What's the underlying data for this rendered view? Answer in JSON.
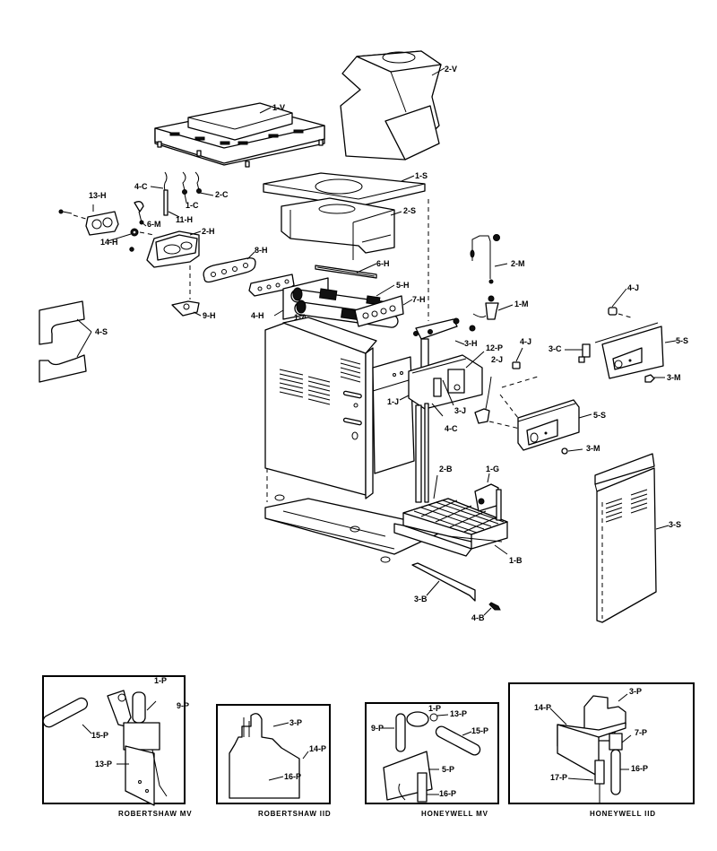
{
  "diagram": {
    "type": "exploded-parts-diagram",
    "subject": "pool heater assembly",
    "colors": {
      "line": "#000000",
      "background": "#ffffff"
    },
    "labels": {
      "1V": "1-V",
      "2V": "2-V",
      "1S": "1-S",
      "2S": "2-S",
      "4C_top": "4-C",
      "1C": "1-C",
      "2C": "2-C",
      "11H": "11-H",
      "13H": "13-H",
      "6M": "6-M",
      "14H": "14-H",
      "2H": "2-H",
      "8H": "8-H",
      "6H": "6-H",
      "5H": "5-H",
      "7H": "7-H",
      "4H": "4-H",
      "1A": "1-A",
      "9H": "9-H",
      "4S": "4-S",
      "2M": "2-M",
      "1M": "1-M",
      "3H": "3-H",
      "12P": "12-P",
      "2J": "2-J",
      "4J_mid": "4-J",
      "1J": "1-J",
      "3J": "3-J",
      "4C_mid": "4-C",
      "5S_mid": "5-S",
      "3M_mid": "3-M",
      "4J_right": "4-J",
      "3C": "3-C",
      "5S_right": "5-S",
      "3M_right": "3-M",
      "2B": "2-B",
      "1G": "1-G",
      "1B": "1-B",
      "3B": "3-B",
      "4B": "4-B",
      "3S": "3-S"
    },
    "insets": [
      {
        "title": "ROBERTSHAW MV",
        "labels": [
          "1-P",
          "9-P",
          "15-P",
          "13-P"
        ]
      },
      {
        "title": "ROBERTSHAW IID",
        "labels": [
          "3-P",
          "14-P",
          "16-P"
        ]
      },
      {
        "title": "HONEYWELL MV",
        "labels": [
          "1-P",
          "13-P",
          "9-P",
          "15-P",
          "5-P",
          "16-P"
        ]
      },
      {
        "title": "HONEYWELL IID",
        "labels": [
          "3-P",
          "14-P",
          "7-P",
          "16-P",
          "17-P"
        ]
      }
    ]
  }
}
